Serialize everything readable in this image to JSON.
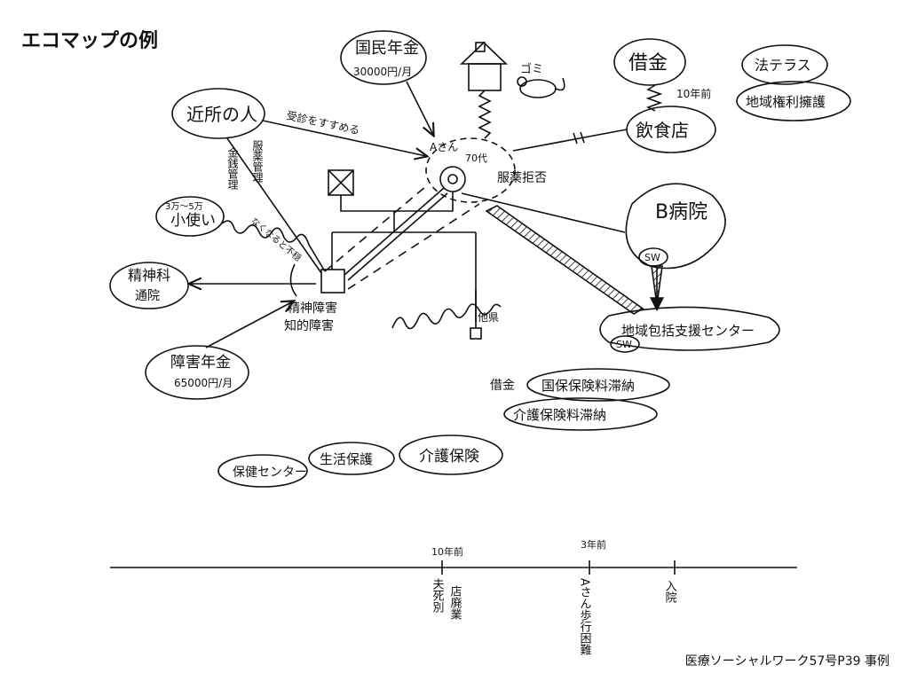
{
  "title": "エコマップの例",
  "source": "医療ソーシャルワーク57号P39 事例",
  "nodes": {
    "national_pension": "国民年金",
    "pension_amount": "30000円/月",
    "mouse_label": "ゴミ",
    "debt": "借金",
    "debt_years": "10年前",
    "houterasu": "法テラス",
    "advocacy": "地域権利擁護",
    "neighbors": "近所の人",
    "recommend": "受診をすすめる",
    "money_mgmt": "金銭管理",
    "med_mgmt": "服薬管理",
    "restaurant": "飲食店",
    "client_a": "Aさん",
    "client_age": "70代",
    "med_refusal": "服薬拒否",
    "hospital": "B病院",
    "sw1": "SW",
    "sw2": "SW",
    "allowance_amount": "3万〜5万",
    "allowance": "小使い",
    "nakunaru": "なくなると不穏",
    "psych": "精神科",
    "psych_visit": "通院",
    "disability_label1": "精神障害",
    "disability_label2": "知的障害",
    "elsewhere": "他県",
    "center": "地域包括支援センター",
    "disability_pension": "障害年金",
    "disability_amount": "65000円/月",
    "debt2": "借金",
    "nhi_arrears": "国保保険料滞納",
    "care_arrears": "介護保険料滞納",
    "health_center": "保健センター",
    "welfare": "生活保護",
    "care_insurance": "介護保険"
  },
  "timeline": {
    "mark1_label": "10年前",
    "mark1_events": [
      "夫死別",
      "店廃業"
    ],
    "mark2_label": "3年前",
    "mark2_events": [
      "Aさん歩行困難"
    ],
    "mark3_events": [
      "入院"
    ]
  }
}
